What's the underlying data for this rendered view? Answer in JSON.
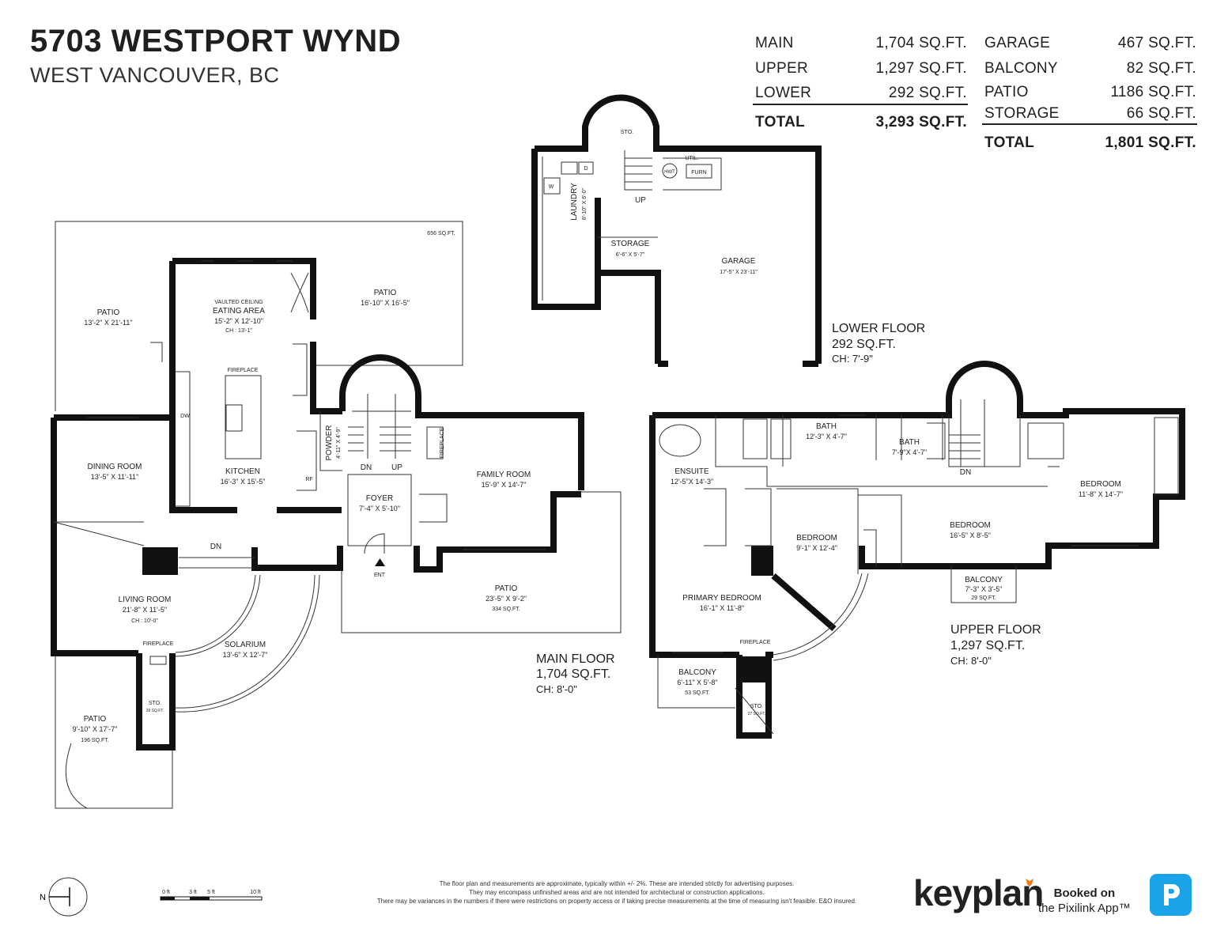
{
  "header": {
    "title": "5703 WESTPORT WYND",
    "subtitle": "WEST VANCOUVER, BC"
  },
  "area_summary": {
    "finished": [
      {
        "label": "MAIN",
        "value": "1,704 SQ.FT."
      },
      {
        "label": "UPPER",
        "value": "1,297 SQ.FT."
      },
      {
        "label": "LOWER",
        "value": "292 SQ.FT."
      }
    ],
    "finished_total": {
      "label": "TOTAL",
      "value": "3,293 SQ.FT."
    },
    "unfinished": [
      {
        "label": "GARAGE",
        "value": "467 SQ.FT."
      },
      {
        "label": "BALCONY",
        "value": "82 SQ.FT."
      },
      {
        "label": "PATIO",
        "value": "1186 SQ.FT."
      },
      {
        "label": "STORAGE",
        "value": "66 SQ.FT."
      }
    ],
    "unfinished_total": {
      "label": "TOTAL",
      "value": "1,801 SQ.FT."
    }
  },
  "floors": {
    "main": {
      "name": "MAIN FLOOR",
      "area": "1,704 SQ.FT.",
      "ceiling": "CH: 8'-0\""
    },
    "lower": {
      "name": "LOWER FLOOR",
      "area": "292 SQ.FT.",
      "ceiling": "CH: 7'-9\""
    },
    "upper": {
      "name": "UPPER FLOOR",
      "area": "1,297 SQ.FT.",
      "ceiling": "CH: 8'-0\""
    }
  },
  "rooms": {
    "patio_big_area": "656 SQ.FT.",
    "patio_left": {
      "name": "PATIO",
      "dims": "13'-2\" X 21'-11\""
    },
    "patio_top": {
      "name": "PATIO",
      "dims": "16'-10\" X 16'-5\""
    },
    "eating": {
      "note": "VAULTED CEILING",
      "name": "EATING AREA",
      "dims": "15'-2\" X 12'-10\"",
      "ch": "CH : 13'-1\""
    },
    "fireplace_label": "FIREPLACE",
    "dw": "DW",
    "rf": "RF",
    "kitchen": {
      "name": "KITCHEN",
      "dims": "16'-3\" X 15'-5\""
    },
    "dining": {
      "name": "DINING ROOM",
      "dims": "13'-5\" X 11'-11\""
    },
    "powder": {
      "name": "POWDER",
      "dims": "4'-11\" X 4'-9\""
    },
    "dn": "DN",
    "up": "UP",
    "foyer": {
      "name": "FOYER",
      "dims": "7'-4\" X 5'-10\""
    },
    "family": {
      "name": "FAMILY ROOM",
      "dims": "15'-9\" X 14'-7\""
    },
    "ent": "ENT",
    "living": {
      "name": "LIVING ROOM",
      "dims": "21'-8\" X 11'-5\"",
      "ch": "CH : 10'-0\""
    },
    "solarium": {
      "name": "SOLARIUM",
      "dims": "13'-6\" X 12'-7\""
    },
    "patio_front": {
      "name": "PATIO",
      "dims": "23'-5\" X 9'-2\"",
      "area": "334 SQ.FT."
    },
    "patio_bottom": {
      "name": "PATIO",
      "dims": "9'-10\" X 17'-7\"",
      "area": "196 SQ.FT."
    },
    "sto_main": {
      "name": "STO.",
      "area": "39 SQ.FT."
    },
    "sto_lower": "STO.",
    "laundry": {
      "name": "LAUNDRY",
      "dims": "8'-10\" X 6'-0\""
    },
    "washer": "W",
    "dryer": "D",
    "util": "UTIL.",
    "hwt": "HWT",
    "furn": "FURN",
    "storage_lower": {
      "name": "STORAGE",
      "dims": "6'-6\" X 5'-7\""
    },
    "garage": {
      "name": "GARAGE",
      "dims": "17'-5\" X 23'-11\""
    },
    "ensuite": {
      "name": "ENSUITE",
      "dims": "12'-5\"X 14'-3\""
    },
    "bath1": {
      "name": "BATH",
      "dims": "12'-3\" X 4'-7\""
    },
    "bath2": {
      "name": "BATH",
      "dims": "7'-9\"X 4'-7\""
    },
    "bedroom_right": {
      "name": "BEDROOM",
      "dims": "11'-8\" X 14'-7\""
    },
    "bedroom_mid": {
      "name": "BEDROOM",
      "dims": "16'-5\" X 8'-5\""
    },
    "bedroom_small": {
      "name": "BEDROOM",
      "dims": "9'-1\" X 12'-4\""
    },
    "primary": {
      "name": "PRIMARY BEDROOM",
      "dims": "16'-1\" X 11'-8\""
    },
    "balcony_upper_right": {
      "name": "BALCONY",
      "dims": "7'-3\" X 3'-5\"",
      "area": "29 SQ.FT."
    },
    "balcony_upper_left": {
      "name": "BALCONY",
      "dims": "6'-11\" X 5'-8\"",
      "area": "53 SQ.FT."
    },
    "sto_upper": {
      "name": "STO.",
      "area": "27 SQ.FT."
    }
  },
  "legend": {
    "north": "N",
    "scale": [
      "0 ft",
      "3 ft",
      "5 ft",
      "10 ft"
    ]
  },
  "footer": {
    "disclaimer": [
      "The floor plan and measurements are approximate, typically within +/- 2%. These are intended strictly for advertising purposes.",
      "They may encompass unfinished areas and are not intended for architectural or construction applications.",
      "There may be variances in the numbers if there were restrictions on property access or if taking precise measurements at the time of measuring isn't feasible. E&O insured."
    ],
    "brand": "keyplan",
    "booked_line1": "Booked on",
    "booked_line2": "the Pixilink App™",
    "colors": {
      "brand_accent": "#f07d1a",
      "pixilink_blue": "#1aa3e8"
    }
  }
}
